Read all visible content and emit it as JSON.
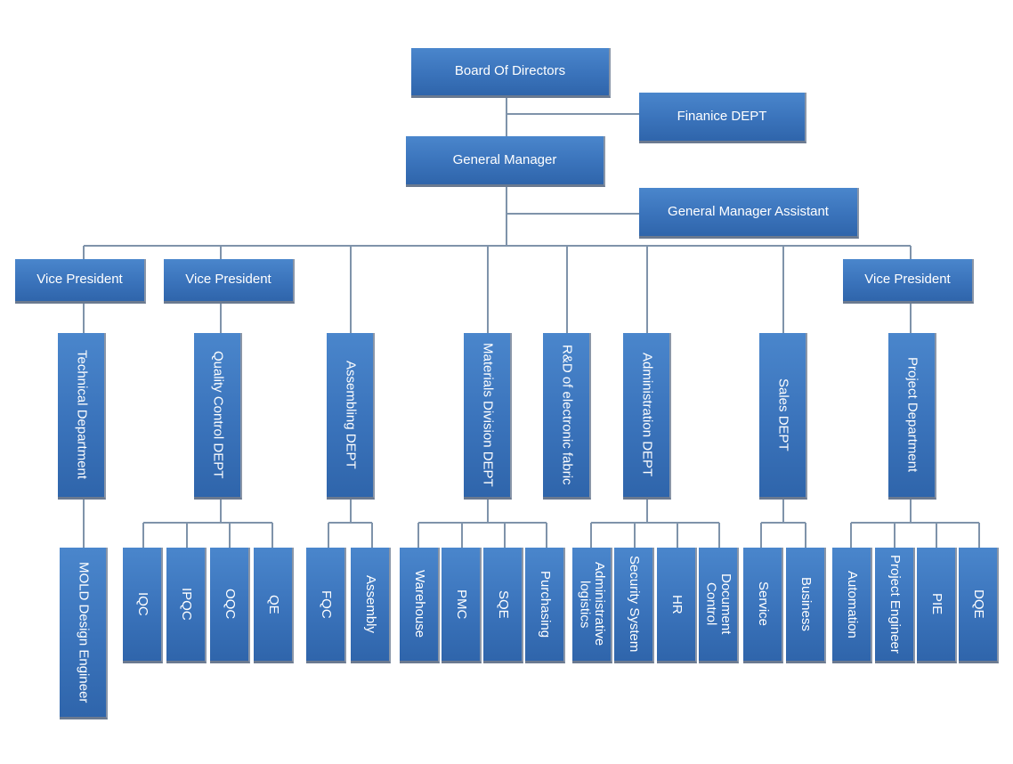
{
  "board": "Board Of Directors",
  "finance": "Finanice DEPT",
  "general_manager": "General Manager",
  "gm_assistant": "General Manager Assistant",
  "vice_presidents": [
    "Vice President",
    "Vice President",
    "Vice President"
  ],
  "departments": {
    "technical": "Technical Department",
    "quality": "Quality Control DEPT",
    "assembling": "Assembling DEPT",
    "materials": "Materials Division DEPT",
    "rnd": "R&D of electronic fabric",
    "administration": "Administration DEPT",
    "sales": "Sales  DEPT",
    "project": "Project  Department"
  },
  "sub_units": {
    "mold": "MOLD Design Engineer",
    "iqc": "IQC",
    "ipqc": "IPQC",
    "oqc": "OQC",
    "qe": "QE",
    "fqc": "FQC",
    "assembly": "Assembly",
    "warehouse": "Warehouse",
    "pmc": "PMC",
    "sqe": "SQE",
    "purchasing": "Purchasing",
    "admin_logistics": "Administrative\nlogistics",
    "security": "Security System",
    "hr": "HR",
    "doc_control": "Document\nControl",
    "service": "Service",
    "business": "Business",
    "automation": "Automation",
    "project_engineer": "Project Engineer",
    "pie": "PIE",
    "dqe": "DQE"
  }
}
